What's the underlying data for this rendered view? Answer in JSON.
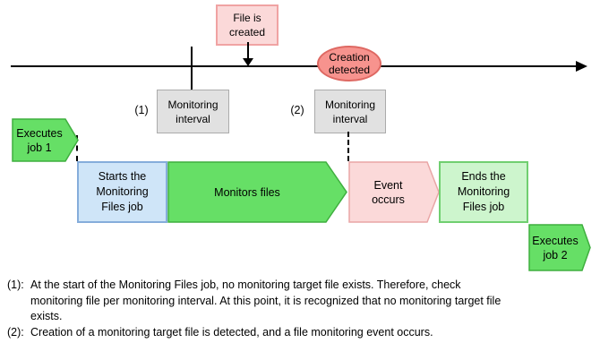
{
  "timeline": {
    "file_created": "File is\ncreated",
    "creation_detected": "Creation\ndetected",
    "marker1": "(1)",
    "marker2": "(2)",
    "interval1": "Monitoring\ninterval",
    "interval2": "Monitoring\ninterval"
  },
  "flow": {
    "executes_job1": "Executes\njob 1",
    "starts_job": "Starts the\nMonitoring\nFiles job",
    "monitors_files": "Monitors files",
    "event_occurs": "Event\noccurs",
    "ends_job": "Ends the\nMonitoring\nFiles job",
    "executes_job2": "Executes\njob 2"
  },
  "footnotes": [
    {
      "marker": "(1):",
      "text": "At the start of the Monitoring Files job, no monitoring target file exists. Therefore, check\nmonitoring file per monitoring interval. At this point, it is recognized that no monitoring target file\nexists."
    },
    {
      "marker": "(2):",
      "text": "Creation of a monitoring target file is detected, and a file monitoring event occurs."
    }
  ],
  "colors": {
    "green-fill": "#66DF66",
    "green-border": "#3FAF3F",
    "green-light-fill": "#CDF5CD",
    "green-light-border": "#70CF70",
    "pink-fill": "#FBD9D9",
    "pink-border": "#F0A3A3",
    "event-border": "#E9A6A6",
    "salmon-fill": "#F7938E",
    "salmon-border": "#DE6862",
    "blue-fill": "#CFE5F8",
    "blue-border": "#85ADDB",
    "gray-fill": "#E1E1E1",
    "gray-border": "#ABABAB",
    "line-color": "#000000"
  }
}
